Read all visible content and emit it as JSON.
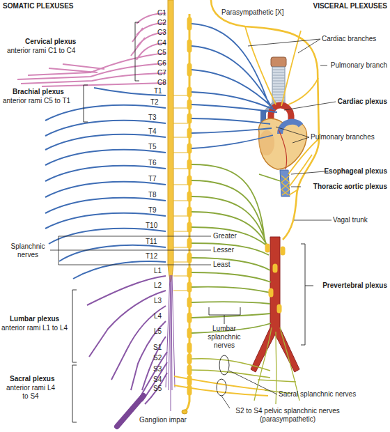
{
  "diagram": {
    "labels": [
      "SOMATIC PLEXUSES",
      "VISCERAL PLEXUSES",
      "Cervical plexus",
      "anterior rami C1 to C4",
      "Brachial plexus",
      "anterior rami C5 to T1",
      "Splanchnic nerves",
      "Lumbar plexus",
      "anterior rami L1 to L4",
      "Sacral plexus",
      "anterior rami L4 to S4",
      "Ganglion impar",
      "C1",
      "C2",
      "C3",
      "C4",
      "C5",
      "C6",
      "C7",
      "C8",
      "T1",
      "T2",
      "T3",
      "T4",
      "T5",
      "T6",
      "T7",
      "T8",
      "T9",
      "T10",
      "T11",
      "T12",
      "L1",
      "L2",
      "L3",
      "L4",
      "L5",
      "S1",
      "S2",
      "S3",
      "S4",
      "S5",
      "Parasympathetic [X]",
      "Cardiac branches",
      "Pulmonary branch",
      "Cardiac plexus",
      "Pulmonary branches",
      "Esophageal plexus",
      "Thoracic aortic plexus",
      "Vagal trunk",
      "Greater",
      "Lesser",
      "Least",
      "Prevertebral plexus",
      "Lumbar splanchnic nerves",
      "Sacral splanchnic nerves",
      "S2 to S4 pelvic splanchnic nerves (parasympathetic)"
    ]
  }
}
